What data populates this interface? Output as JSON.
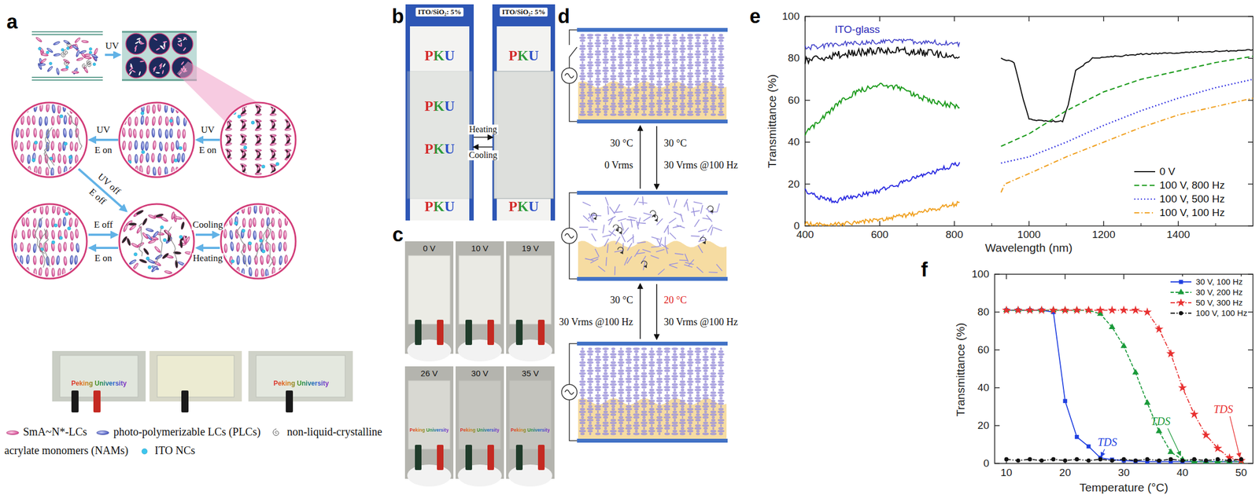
{
  "diagram": {
    "nodes": [
      {
        "text": [
          "ITO/SiO₂: 5%",
          "PKU",
          "PKU",
          "PKU",
          "PKU"
        ]
      },
      {
        "text": [
          "ITO/SiO₂: 5%",
          "PKU",
          "PKU"
        ]
      },
      {
        "text": [
          "0 V"
        ]
      },
      {
        "text": [
          "10 V"
        ]
      },
      {
        "text": [
          "19 V"
        ]
      },
      {
        "text": [
          "26 V",
          "Peking University"
        ]
      },
      {
        "text": [
          "30 V",
          "Peking University"
        ]
      },
      {
        "text": [
          "35 V",
          "Peking University"
        ]
      }
    ],
    "edges": [
      {
        "from": 0,
        "to": 1,
        "label": "Heating",
        "arrow": "to"
      },
      {
        "from": 1,
        "to": 0,
        "label": "Cooling",
        "arrow": "to"
      }
    ],
    "labels": [
      "a",
      "b",
      "c",
      "d",
      "e",
      "f",
      "UV",
      "UV",
      "E on",
      "UV",
      "E on",
      "UV off",
      "E off",
      "E off",
      "E on",
      "Cooling",
      "Heating",
      "Peking University",
      "Peking University",
      "30 °C",
      "0 Vrms",
      "30 °C",
      "30 Vrms @100 Hz",
      "30 °C",
      "30 Vrms @100 Hz",
      "20 °C",
      "30 Vrms @100 Hz",
      "Transmittance (%)",
      "Wavelength (nm)",
      "0",
      "20",
      "40",
      "60",
      "80",
      "100",
      "400",
      "600",
      "800",
      "1000",
      "1200",
      "1400",
      "ITO-glass",
      "Transmittance (%)",
      "Temperature (°C)",
      "0",
      "20",
      "40",
      "60",
      "80",
      "100",
      "10",
      "20",
      "30",
      "40",
      "50",
      "TDS",
      "TDS",
      "TDS"
    ],
    "legend": [
      {
        "text": "SmA~N*-LCs"
      },
      {
        "text": "photo-polymerizable LCs (PLCs)"
      },
      {
        "text": "non-liquid-crystalline acrylate monomers (NAMs)"
      },
      {
        "text": "ITO NCs"
      },
      {
        "text": "0 V"
      },
      {
        "text": "100 V, 800 Hz"
      },
      {
        "text": "100 V, 500 Hz"
      },
      {
        "text": "100 V, 100 Hz"
      },
      {
        "text": "30 V, 100 Hz"
      },
      {
        "text": "30 V, 200 Hz"
      },
      {
        "text": "50 V, 300 Hz"
      },
      {
        "text": "100 V, 100 Hz"
      }
    ]
  }
}
